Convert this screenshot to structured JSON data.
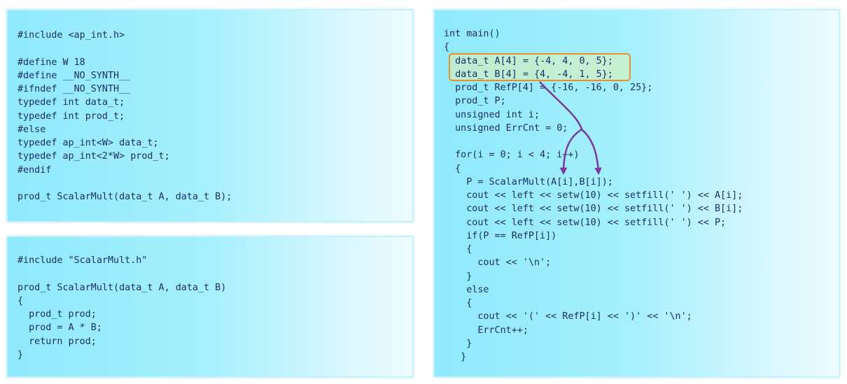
{
  "header_file": {
    "lines": [
      "#include <ap_int.h>",
      "",
      "#define W 18",
      "#define __NO_SYNTH__",
      "#ifndef __NO_SYNTH__",
      "typedef int data_t;",
      "typedef int prod_t;",
      "#else",
      "typedef ap_int<W> data_t;",
      "typedef ap_int<2*W> prod_t;",
      "#endif",
      "",
      "prod_t ScalarMult(data_t A, data_t B);"
    ]
  },
  "impl_file": {
    "lines": [
      "#include \"ScalarMult.h\"",
      "",
      "prod_t ScalarMult(data_t A, data_t B)",
      "{",
      "  prod_t prod;",
      "  prod = A * B;",
      "  return prod;",
      "}"
    ]
  },
  "main_file": {
    "lines": [
      "int main()",
      "{",
      "  data_t A[4] = {-4, 4, 0, 5};",
      "  data_t B[4] = {4, -4, 1, 5};",
      "  prod_t RefP[4] = {-16, -16, 0, 25};",
      "  prod_t P;",
      "  unsigned int i;",
      "  unsigned ErrCnt = 0;",
      "",
      "  for(i = 0; i < 4; i++)",
      "  {",
      "    P = ScalarMult(A[i],B[i]);",
      "    cout << left << setw(10) << setfill(' ') << A[i];",
      "    cout << left << setw(10) << setfill(' ') << B[i];",
      "    cout << left << setw(10) << setfill(' ') << P;",
      "    if(P == RefP[i])",
      "    {",
      "      cout << '\\n';",
      "    }",
      "    else",
      "    {",
      "      cout << '(' << RefP[i] << ')' << '\\n';",
      "      ErrCnt++;",
      "    }",
      "   }"
    ]
  },
  "annotation": {
    "highlight_color": "#e8902e",
    "arrow_color": "#7a3a9c"
  }
}
